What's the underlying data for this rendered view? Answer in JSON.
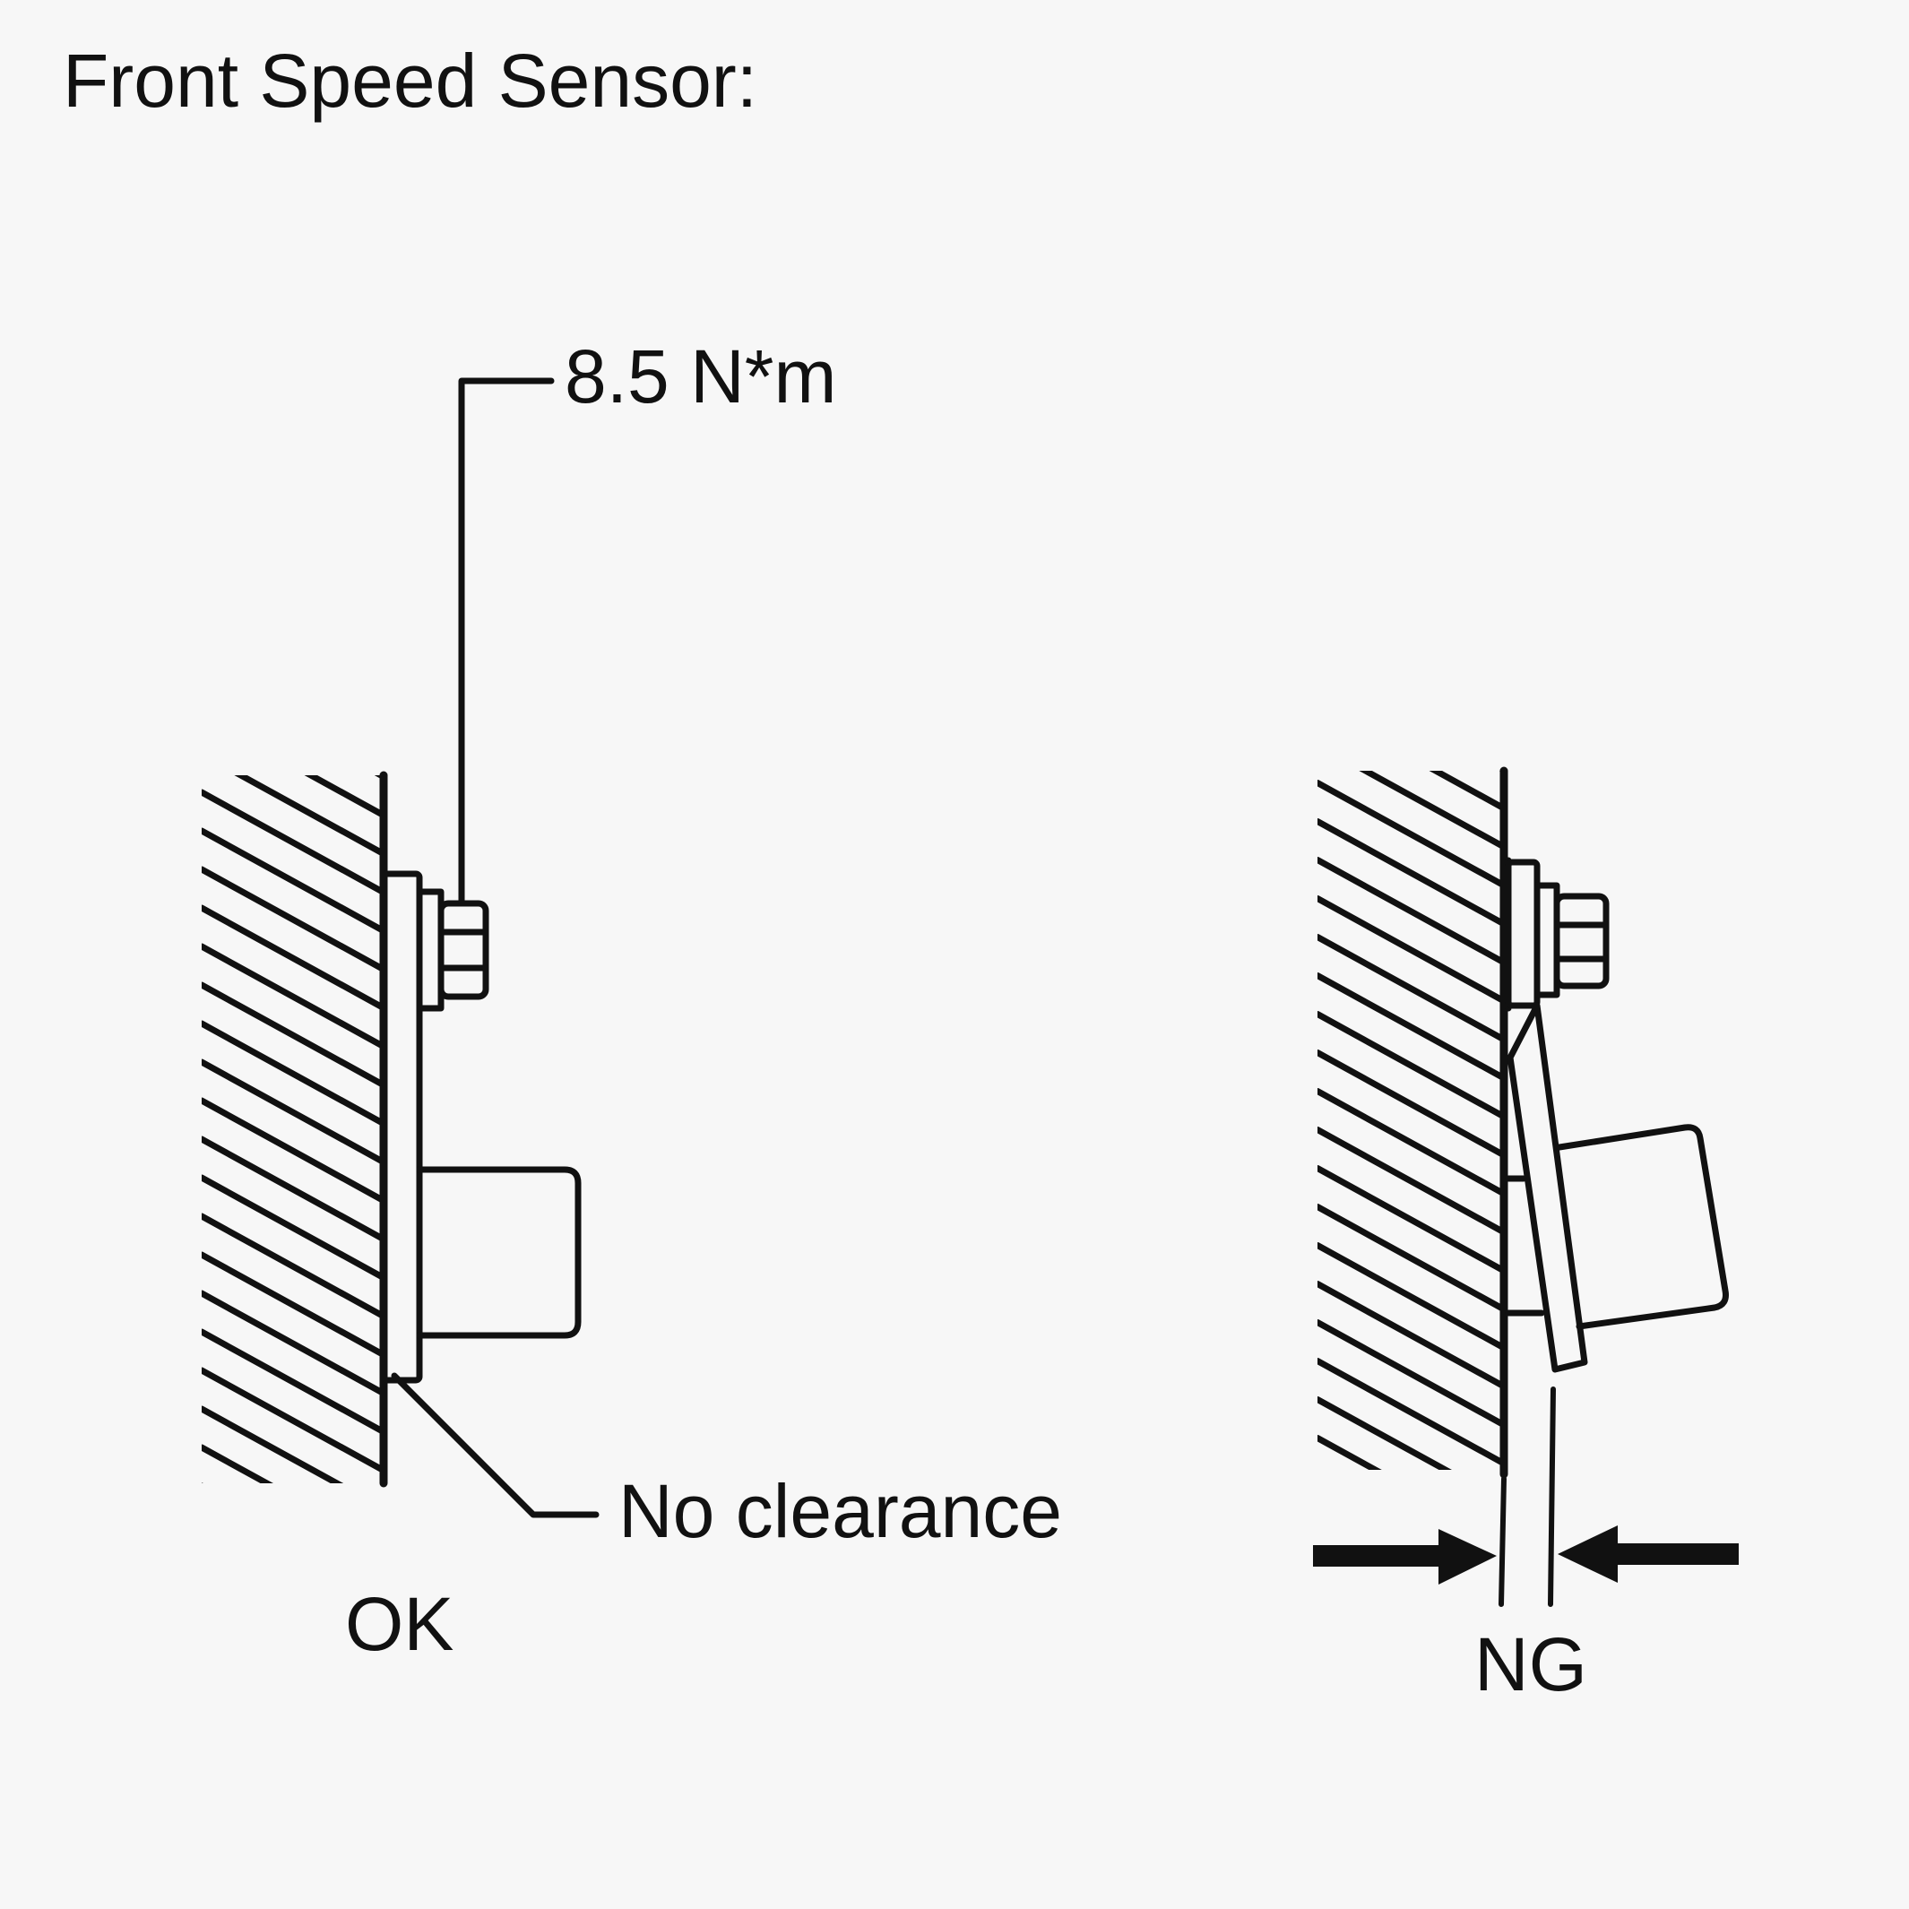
{
  "title": "Front Speed Sensor:",
  "labels": {
    "torque": "8.5 N*m",
    "no_clearance": "No clearance",
    "ok": "OK",
    "ng": "NG"
  },
  "colors": {
    "background": "#f7f7f7",
    "ink": "#111111"
  }
}
